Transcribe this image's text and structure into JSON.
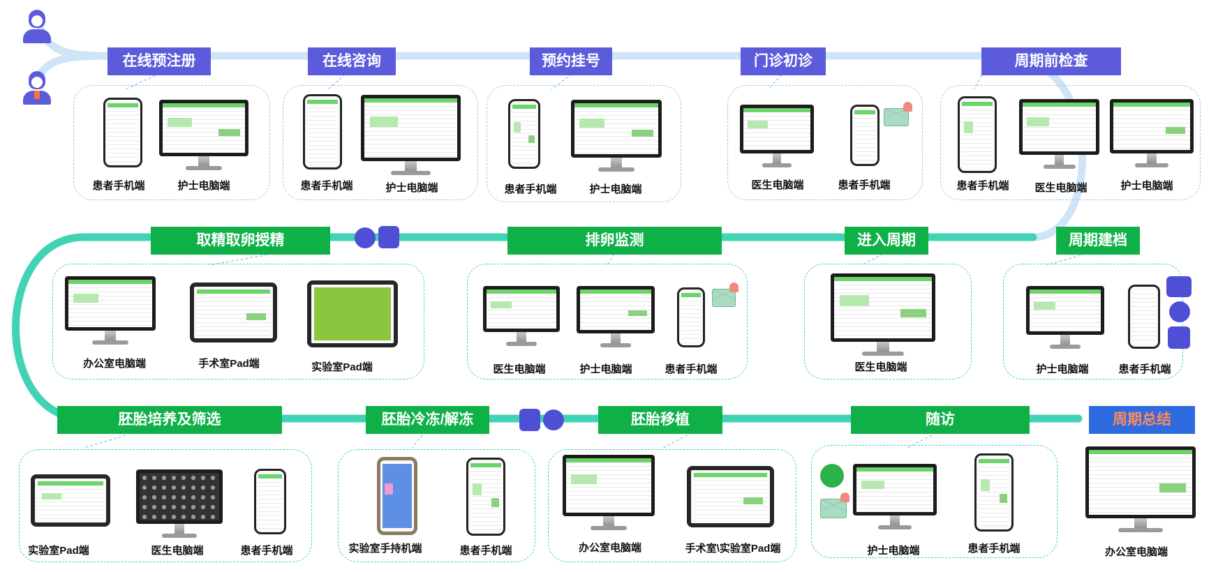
{
  "colors": {
    "blue_stage": "#5b5bdc",
    "green_stage": "#10b049",
    "final_stage": "#2f6be0",
    "final_text": "#ff8a5c",
    "upper_path": "#cfe4f6",
    "lower_path": "#40d3b4"
  },
  "actors": [
    {
      "icon": "patient-female-icon"
    },
    {
      "icon": "patient-male-icon"
    }
  ],
  "row1": [
    {
      "title": "在线预注册",
      "devices": [
        {
          "type": "phone",
          "label": "患者手机端"
        },
        {
          "type": "monitor",
          "label": "护士电脑端"
        }
      ]
    },
    {
      "title": "在线咨询",
      "devices": [
        {
          "type": "phone",
          "label": "患者手机端"
        },
        {
          "type": "monitor",
          "label": "护士电脑端"
        }
      ]
    },
    {
      "title": "预约挂号",
      "devices": [
        {
          "type": "phone",
          "label": "患者手机端"
        },
        {
          "type": "monitor",
          "label": "护士电脑端"
        }
      ]
    },
    {
      "title": "门诊初诊",
      "devices": [
        {
          "type": "monitor",
          "label": "医生电脑端"
        },
        {
          "type": "phone",
          "label": "患者手机端"
        }
      ]
    },
    {
      "title": "周期前检查",
      "devices": [
        {
          "type": "phone",
          "label": "患者手机端"
        },
        {
          "type": "monitor",
          "label": "医生电脑端"
        },
        {
          "type": "monitor",
          "label": "护士电脑端"
        }
      ]
    }
  ],
  "row2": [
    {
      "title": "取精取卵授精",
      "devices": [
        {
          "type": "monitor",
          "label": "办公室电脑端"
        },
        {
          "type": "pad",
          "label": "手术室Pad端"
        },
        {
          "type": "pad",
          "label": "实验室Pad端"
        }
      ]
    },
    {
      "title": "排卵监测",
      "devices": [
        {
          "type": "monitor",
          "label": "医生电脑端"
        },
        {
          "type": "monitor",
          "label": "护士电脑端"
        },
        {
          "type": "phone",
          "label": "患者手机端"
        }
      ]
    },
    {
      "title": "进入周期",
      "devices": [
        {
          "type": "monitor",
          "label": "医生电脑端"
        }
      ]
    },
    {
      "title": "周期建档",
      "devices": [
        {
          "type": "monitor",
          "label": "护士电脑端"
        },
        {
          "type": "phone",
          "label": "患者手机端"
        }
      ]
    }
  ],
  "row3": [
    {
      "title": "胚胎培养及筛选",
      "devices": [
        {
          "type": "pad",
          "label": "实验室Pad端"
        },
        {
          "type": "monitor",
          "label": "医生电脑端"
        },
        {
          "type": "phone",
          "label": "患者手机端"
        }
      ]
    },
    {
      "title": "胚胎冷冻/解冻",
      "devices": [
        {
          "type": "phone",
          "label": "实验室手持机端"
        },
        {
          "type": "phone",
          "label": "患者手机端"
        }
      ]
    },
    {
      "title": "胚胎移植",
      "devices": [
        {
          "type": "monitor",
          "label": "办公室电脑端"
        },
        {
          "type": "pad",
          "label": "手术室\\实验室Pad端"
        }
      ]
    },
    {
      "title": "随访",
      "devices": [
        {
          "type": "monitor",
          "label": "护士电脑端"
        },
        {
          "type": "phone",
          "label": "患者手机端"
        }
      ]
    },
    {
      "title": "周期总结",
      "devices": [
        {
          "type": "monitor",
          "label": "办公室电脑端"
        }
      ]
    }
  ],
  "badges": {
    "fingerprint": "fingerprint-icon",
    "face": "face-recognition-icon",
    "id_card": "id-card-icon",
    "signature": "signature-icon",
    "phone_call": "phone-call-icon",
    "message": "message-bell-icon"
  }
}
